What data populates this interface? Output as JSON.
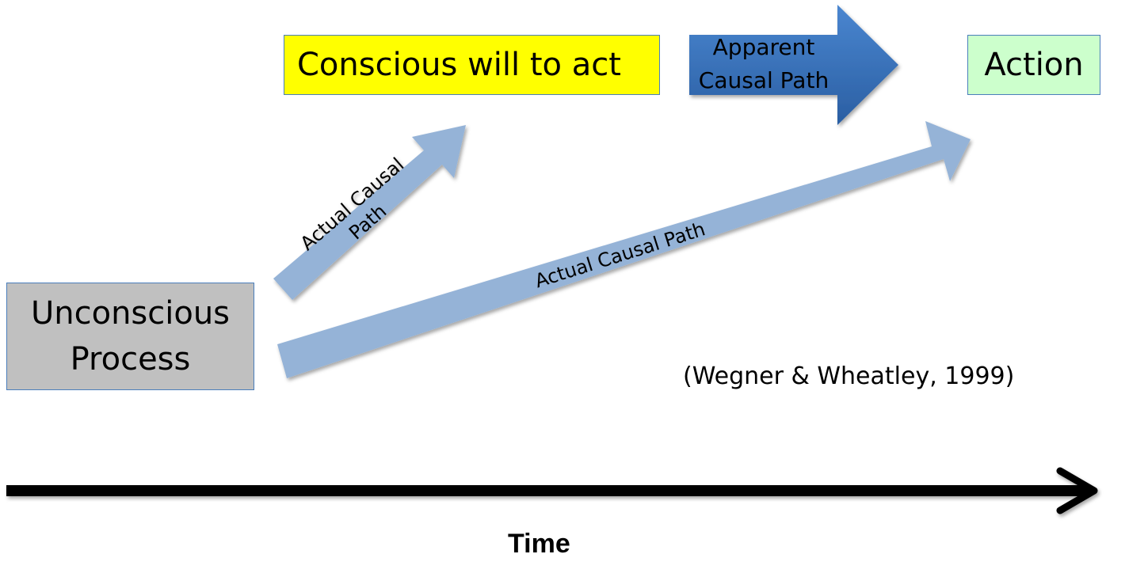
{
  "nodes": {
    "conscious_will": {
      "label": "Conscious will to act",
      "fill": "#ffff00",
      "border": "#4a7ebb"
    },
    "action": {
      "label": "Action",
      "fill": "#ccffcc",
      "border": "#4a7ebb"
    },
    "unconscious_process": {
      "label_line1": "Unconscious",
      "label_line2": "Process",
      "fill": "#c0c0c0",
      "border": "#4a7ebb"
    }
  },
  "edges": {
    "apparent_path": {
      "line1": "Apparent",
      "line2": "Causal Path",
      "from": "Conscious will to act",
      "to": "Action",
      "color": "#3a70b8"
    },
    "actual_path_to_will": {
      "line1": "Actual Causal",
      "line2": "Path",
      "from": "Unconscious Process",
      "to": "Conscious will to act",
      "color": "#95b3d7"
    },
    "actual_path_to_action": {
      "label": "Actual Causal Path",
      "from": "Unconscious Process",
      "to": "Action",
      "color": "#95b3d7"
    }
  },
  "citation": "(Wegner & Wheatley, 1999)",
  "timeline": {
    "label": "Time",
    "color": "#000000"
  }
}
